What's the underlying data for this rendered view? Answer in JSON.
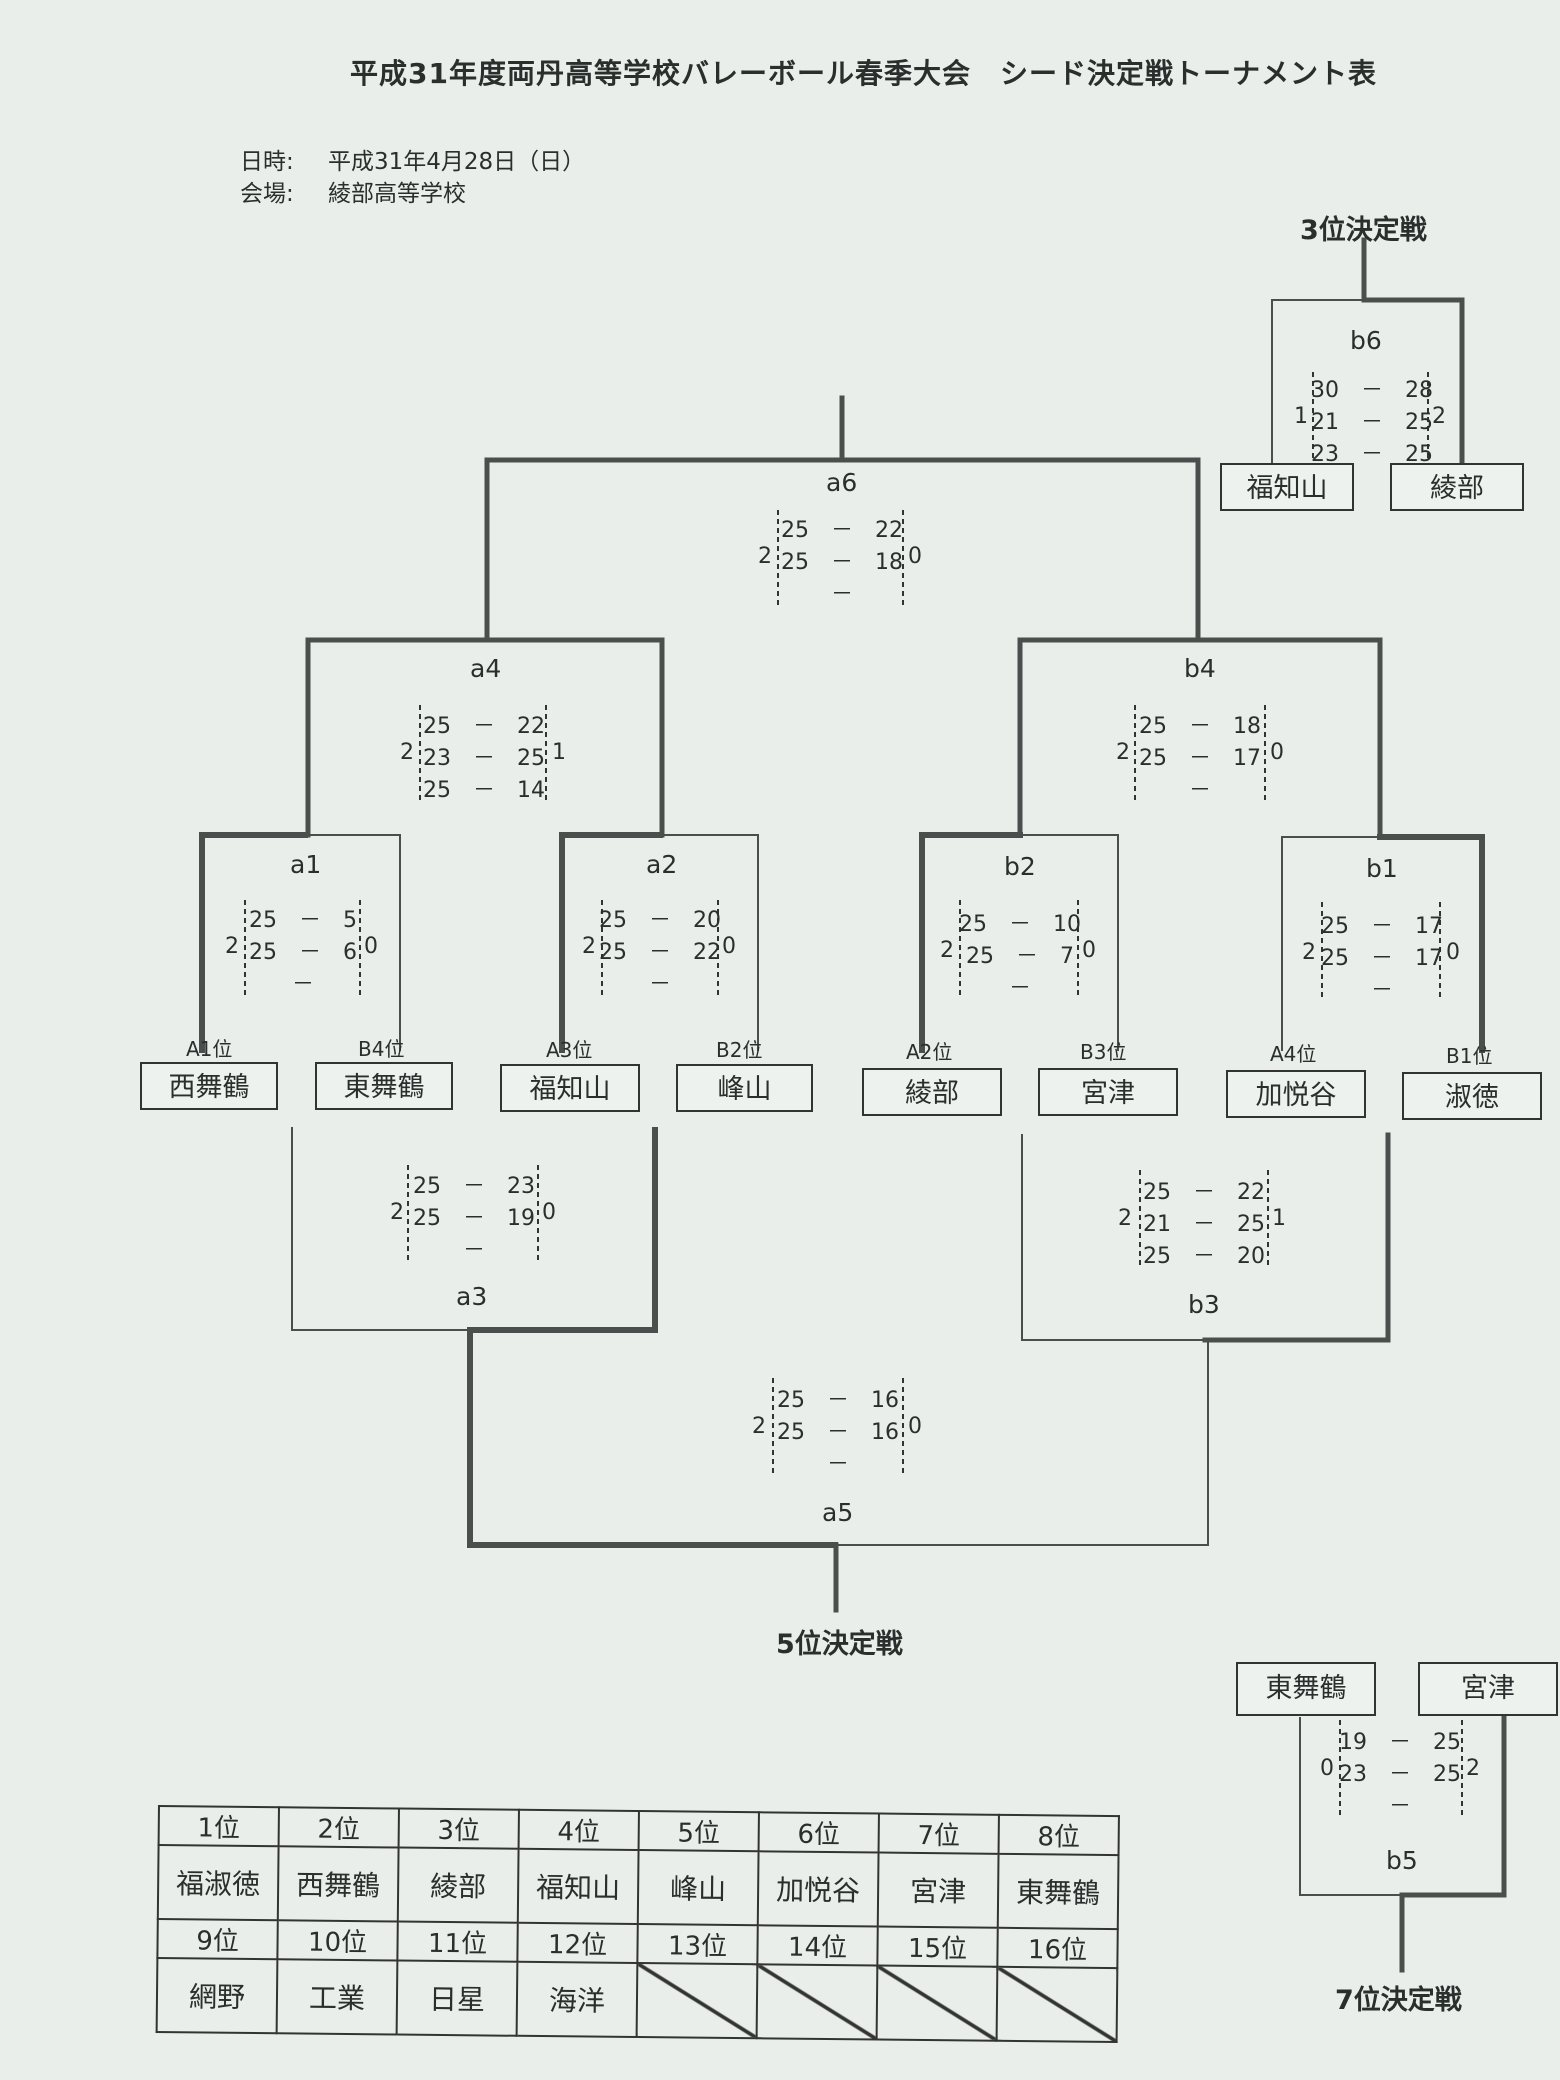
{
  "title": "平成31年度両丹高等学校バレーボール春季大会　シード決定戦トーナメント表",
  "info": {
    "date_label": "日時:",
    "date_value": "平成31年4月28日（日）",
    "venue_label": "会場:",
    "venue_value": "綾部高等学校"
  },
  "labels": {
    "third_place": "3位決定戦",
    "fifth_place": "5位決定戦",
    "seventh_place": "7位決定戦"
  },
  "teams": [
    {
      "rank": "A1位",
      "name": "西舞鶴"
    },
    {
      "rank": "B4位",
      "name": "東舞鶴"
    },
    {
      "rank": "A3位",
      "name": "福知山"
    },
    {
      "rank": "B2位",
      "name": "峰山"
    },
    {
      "rank": "A2位",
      "name": "綾部"
    },
    {
      "rank": "B3位",
      "name": "宮津"
    },
    {
      "rank": "A4位",
      "name": "加悦谷"
    },
    {
      "rank": "B1位",
      "name": "淑徳"
    }
  ],
  "matches": {
    "a1": {
      "label": "a1",
      "left_sets": "2",
      "right_sets": "0",
      "scores": [
        "25　－　5",
        "25　－　6",
        "－"
      ]
    },
    "a2": {
      "label": "a2",
      "left_sets": "2",
      "right_sets": "0",
      "scores": [
        "25　－　20",
        "25　－　22",
        "－"
      ]
    },
    "b2": {
      "label": "b2",
      "left_sets": "2",
      "right_sets": "0",
      "scores": [
        "25　－　10",
        "25　－　7",
        "－"
      ]
    },
    "b1": {
      "label": "b1",
      "left_sets": "2",
      "right_sets": "0",
      "scores": [
        "25　－　17",
        "25　－　17",
        "－"
      ]
    },
    "a4": {
      "label": "a4",
      "left_sets": "2",
      "right_sets": "1",
      "scores": [
        "25　－　22",
        "23　－　25",
        "25　－　14"
      ]
    },
    "b4": {
      "label": "b4",
      "left_sets": "2",
      "right_sets": "0",
      "scores": [
        "25　－　18",
        "25　－　17",
        "－"
      ]
    },
    "a6": {
      "label": "a6",
      "left_sets": "2",
      "right_sets": "0",
      "scores": [
        "25　－　22",
        "25　－　18",
        "－"
      ]
    },
    "a3": {
      "label": "a3",
      "left_sets": "2",
      "right_sets": "0",
      "scores": [
        "25　－　23",
        "25　－　19",
        "－"
      ]
    },
    "b3": {
      "label": "b3",
      "left_sets": "2",
      "right_sets": "1",
      "scores": [
        "25　－　22",
        "21　－　25",
        "25　－　20"
      ]
    },
    "a5": {
      "label": "a5",
      "left_sets": "2",
      "right_sets": "0",
      "scores": [
        "25　－　16",
        "25　－　16",
        "－"
      ]
    },
    "b6": {
      "label": "b6",
      "left_sets": "1",
      "right_sets": "2",
      "scores": [
        "30　－　28",
        "21　－　25",
        "23　－　25"
      ],
      "team_left": "福知山",
      "team_right": "綾部"
    },
    "b5": {
      "label": "b5",
      "left_sets": "0",
      "right_sets": "2",
      "scores": [
        "19　－　25",
        "23　－　25",
        "－"
      ],
      "team_left": "東舞鶴",
      "team_right": "宮津"
    }
  },
  "standings": {
    "top_ranks": [
      "1位",
      "2位",
      "3位",
      "4位",
      "5位",
      "6位",
      "7位",
      "8位"
    ],
    "top_teams": [
      "福淑徳",
      "西舞鶴",
      "綾部",
      "福知山",
      "峰山",
      "加悦谷",
      "宮津",
      "東舞鶴"
    ],
    "bottom_ranks": [
      "9位",
      "10位",
      "11位",
      "12位",
      "13位",
      "14位",
      "15位",
      "16位"
    ],
    "bottom_teams": [
      "網野",
      "工業",
      "日星",
      "海洋",
      "",
      "",
      "",
      ""
    ]
  }
}
